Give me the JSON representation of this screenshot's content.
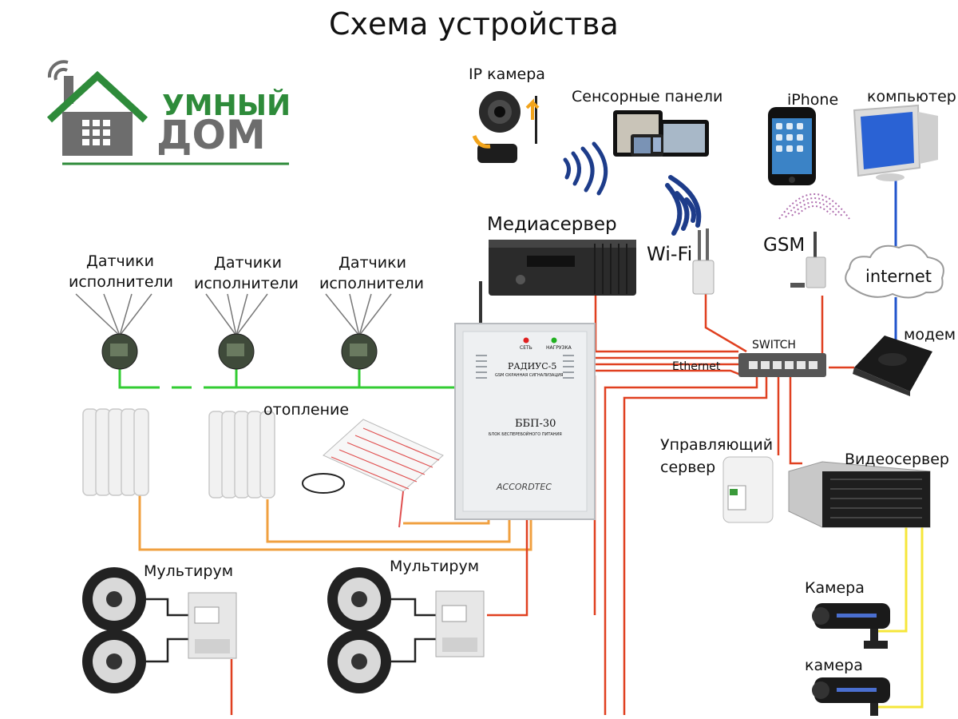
{
  "title": "Схема устройства",
  "logo": {
    "line1": "УМНЫЙ",
    "line2": "ДОМ"
  },
  "labels": {
    "ip_camera": "IP камера",
    "touch_panels": "Сенсорные панели",
    "iphone": "iPhone",
    "computer": "компьютер",
    "mediaserver": "Медиасервер",
    "wifi": "Wi-Fi",
    "gsm": "GSM",
    "internet": "internet",
    "modem": "модем",
    "switch": "SWITCH",
    "ethernet": "Ethernet",
    "sensors": [
      {
        "line1": "Датчики",
        "line2": "исполнители"
      },
      {
        "line1": "Датчики",
        "line2": "исполнители"
      },
      {
        "line1": "Датчики",
        "line2": "исполнители"
      }
    ],
    "heating": "отопление",
    "control_server": {
      "line1": "Управляющий",
      "line2": "сервер"
    },
    "video_server": "Видеосервер",
    "multiroom_1": "Мультирум",
    "multiroom_2": "Мультирум",
    "camera_1": "Камера",
    "camera_2": "камера"
  },
  "panel": {
    "status_1": "СЕТЬ",
    "status_2": "НАГРУЗКА",
    "model": "РАДИУС-5",
    "subtitle": "GSM ОХРАННАЯ СИГНАЛИЗАЦИЯ",
    "ups_model": "ББП-30",
    "ups_subtitle": "БЛОК БЕСПЕРЕБОЙНОГО ПИТАНИЯ",
    "brand": "ACCORDTEC"
  },
  "colors": {
    "green_wire": "#33cc33",
    "orange_wire": "#f0a040",
    "red_wire": "#e04020",
    "blue_wire": "#2255cc",
    "yellow_wire": "#f5e63a",
    "logo_green": "#2e8b3a",
    "logo_gray": "#6d6d6d"
  }
}
